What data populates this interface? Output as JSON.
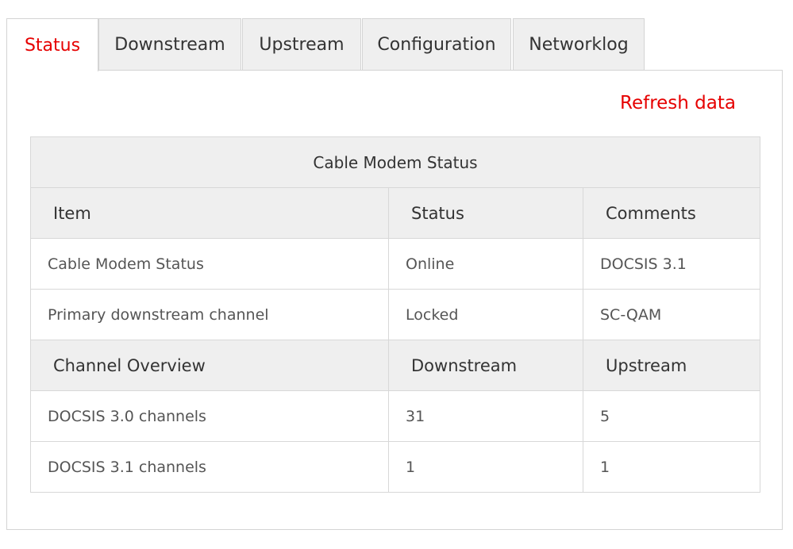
{
  "tabs": [
    {
      "label": "Status",
      "active": true
    },
    {
      "label": "Downstream",
      "active": false
    },
    {
      "label": "Upstream",
      "active": false
    },
    {
      "label": "Configuration",
      "active": false
    },
    {
      "label": "Networklog",
      "active": false
    }
  ],
  "colors": {
    "accent": "#e60000",
    "header_bg": "#efefef",
    "border": "#d4d4d4"
  },
  "refresh_label": "Refresh data",
  "table": {
    "caption": "Cable Modem Status",
    "status_headers": [
      "Item",
      "Status",
      "Comments"
    ],
    "status_rows": [
      [
        "Cable Modem Status",
        "Online",
        "DOCSIS 3.1"
      ],
      [
        "Primary downstream channel",
        "Locked",
        "SC-QAM"
      ]
    ],
    "channel_headers": [
      "Channel Overview",
      "Downstream",
      "Upstream"
    ],
    "channel_rows": [
      [
        "DOCSIS 3.0 channels",
        "31",
        "5"
      ],
      [
        "DOCSIS 3.1 channels",
        "1",
        "1"
      ]
    ]
  }
}
